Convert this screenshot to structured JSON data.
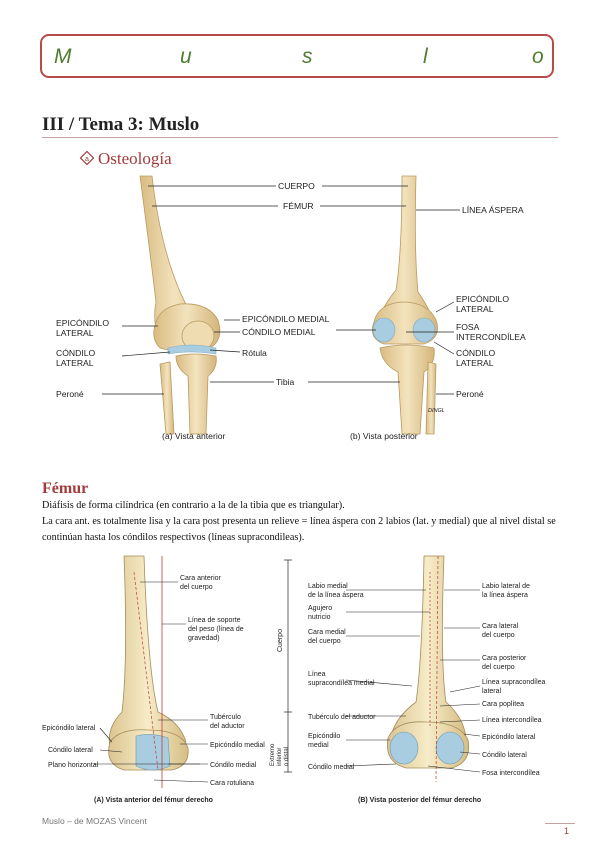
{
  "banner": {
    "letters": [
      "M",
      "u",
      "s",
      "l",
      "o"
    ]
  },
  "section_title": "III / Tema 3: Muslo",
  "subsection": {
    "bullet_icon": "diamond-bullet-icon",
    "title": "Osteología"
  },
  "figure1": {
    "labels": {
      "cuerpo": "CUERPO",
      "femur": "FÉMUR",
      "linea_aspera": "LÍNEA ÁSPERA",
      "epicondilo_medial": "EPICÓNDILO MEDIAL",
      "condilo_medial": "CÓNDILO MEDIAL",
      "rotula": "Rótula",
      "tibia": "Tibia",
      "epicondilo_lateral_a": [
        "EPICÓNDILO",
        "LATERAL"
      ],
      "condilo_lateral_a": [
        "CÓNDILO",
        "LATERAL"
      ],
      "perone_a": "Peroné",
      "epicondilo_lateral_b": [
        "EPICÓNDILO",
        "LATERAL"
      ],
      "fosa": [
        "FOSA",
        "INTERCONDÍLEA"
      ],
      "condilo_lateral_b": [
        "CÓNDILO",
        "LATERAL"
      ],
      "perone_b": "Peroné",
      "signature": "DINGL"
    },
    "captions": {
      "a": "(a) Vista anterior",
      "b": "(b) Vista posterior"
    }
  },
  "femur": {
    "title": "Fémur",
    "paragraphs": [
      "Diáfisis de forma cilíndrica (en contrario a la de la tibia que es triangular).",
      "La cara ant. es totalmente lisa y la cara post presenta un relieve = línea áspera con 2 labios (lat. y medial) que al nivel distal se continúan hasta los cóndilos respectivos (líneas supracondileas)."
    ]
  },
  "figure2": {
    "left_labels": {
      "cara_anterior": [
        "Cara anterior",
        "del cuerpo"
      ],
      "linea_soporte": [
        "Línea de soporte",
        "del peso (línea de",
        "gravedad)"
      ],
      "tuberculo": [
        "Tubérculo",
        "del aductor"
      ],
      "epicondilo_medial": "Epicóndilo medial",
      "condilo_medial": "Cóndilo medial",
      "cara_rotuliana": "Cara rotuliana",
      "epicondilo_lateral": "Epicóndilo lateral",
      "condilo_lateral": "Cóndilo lateral",
      "plano": "Plano horizontal"
    },
    "right_labels": {
      "cuerpo": "Cuerpo",
      "extremo": [
        "Extremo",
        "inferior",
        "o distal"
      ],
      "labio_medial": [
        "Labio medial",
        "de la línea áspera"
      ],
      "agujero": [
        "Agujero",
        "nutricio"
      ],
      "cara_medial": [
        "Cara medial",
        "del cuerpo"
      ],
      "linea_supra_medial": [
        "Línea",
        "supracondílea medial"
      ],
      "tuberculo": "Tubérculo del aductor",
      "epicondilo_medial": [
        "Epicóndilo",
        "medial"
      ],
      "condilo_medial": "Cóndilo medial",
      "labio_lateral": [
        "Labio lateral de",
        "la línea áspera"
      ],
      "cara_lateral": [
        "Cara lateral",
        "del cuerpo"
      ],
      "cara_posterior": [
        "Cara posterior",
        "del cuerpo"
      ],
      "linea_supra_lateral": [
        "Línea supracondílea",
        "lateral"
      ],
      "cara_poplitea": "Cara poplítea",
      "linea_intercondilea": "Línea intercondílea",
      "epicondilo_lateral": "Epicóndilo lateral",
      "condilo_lateral": "Cóndilo lateral",
      "fosa": "Fosa intercondílea"
    },
    "captions": {
      "a": "(A) Vista anterior del fémur derecho",
      "b": "(B) Vista posterior del fémur derecho"
    }
  },
  "footer": {
    "text": "Muslo – de MOZAS Vincent",
    "page": "1"
  },
  "colors": {
    "banner_border": "#b94a4a",
    "banner_text": "#4e7d2f",
    "heading_red": "#a23b3b",
    "bone": "#ead7a8",
    "cartilage": "#a9cde0"
  }
}
